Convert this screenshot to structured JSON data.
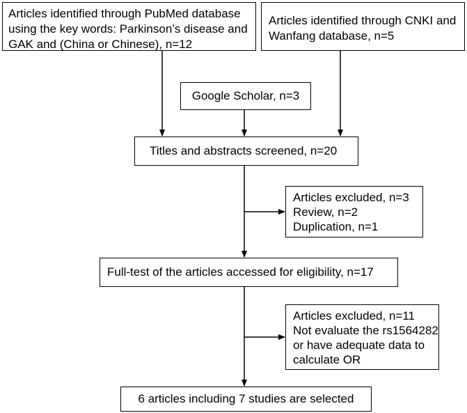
{
  "boxes": {
    "pubmed": {
      "lines": [
        "Articles identified through PubMed database",
        "using the key words: Parkinson’s disease and",
        "GAK and (China or Chinese), n=12"
      ]
    },
    "cnki": {
      "lines": [
        "Articles identified through CNKI and",
        "Wanfang database, n=5"
      ]
    },
    "google": {
      "lines": [
        "Google Scholar, n=3"
      ]
    },
    "screened": {
      "lines": [
        "Titles and abstracts screened, n=20"
      ]
    },
    "excluded1": {
      "lines": [
        "Articles excluded, n=3",
        "Review, n=2",
        "Duplication, n=1"
      ]
    },
    "fulltext": {
      "lines": [
        "Full-test of the articles accessed for eligibility, n=17"
      ]
    },
    "excluded2": {
      "lines": [
        "Articles excluded, n=11",
        "Not evaluate the  rs1564282",
        "or have adequate data to",
        "calculate OR"
      ]
    },
    "selected": {
      "lines": [
        "6 articles including 7 studies are selected"
      ]
    }
  }
}
